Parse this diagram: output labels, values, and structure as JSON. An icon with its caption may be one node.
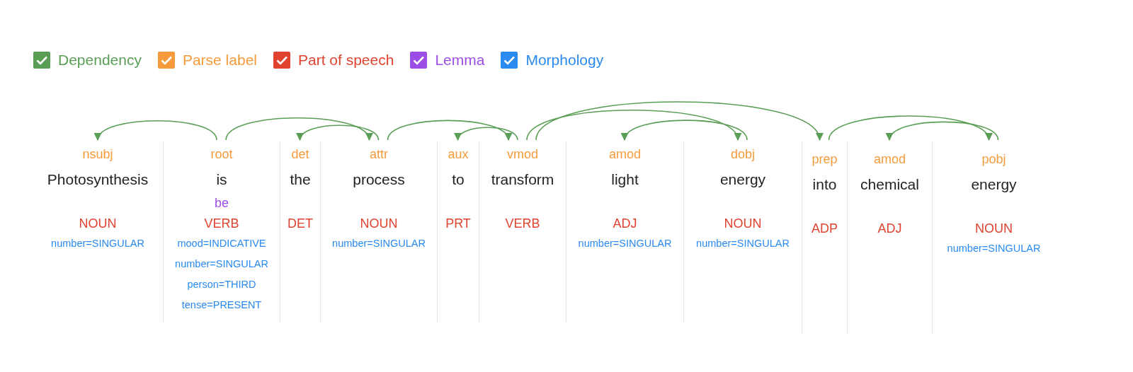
{
  "diagram": {
    "nodes": [
      {
        "text": [
          "nsubj",
          "Photosynthesis",
          "NOUN",
          "number=SINGULAR"
        ]
      },
      {
        "text": [
          "root",
          "is",
          "be",
          "VERB",
          "mood=INDICATIVE",
          "number=SINGULAR",
          "person=THIRD",
          "tense=PRESENT"
        ]
      },
      {
        "text": [
          "det",
          "the",
          "DET"
        ]
      },
      {
        "text": [
          "attr",
          "process",
          "NOUN",
          "number=SINGULAR"
        ]
      },
      {
        "text": [
          "aux",
          "to",
          "PRT"
        ]
      },
      {
        "text": [
          "vmod",
          "transform",
          "VERB"
        ]
      },
      {
        "text": [
          "amod",
          "light",
          "ADJ",
          "number=SINGULAR"
        ]
      },
      {
        "text": [
          "dobj",
          "energy",
          "NOUN",
          "number=SINGULAR"
        ]
      },
      {
        "text": [
          "prep",
          "into",
          "ADP"
        ]
      },
      {
        "text": [
          "amod",
          "chemical",
          "ADJ"
        ]
      },
      {
        "text": [
          "pobj",
          "energy",
          "NOUN",
          "number=SINGULAR"
        ]
      }
    ],
    "edges": [
      {
        "from": 1,
        "to": 0,
        "arrow": "to"
      },
      {
        "from": 1,
        "to": 3,
        "arrow": "to"
      },
      {
        "from": 3,
        "to": 2,
        "arrow": "to"
      },
      {
        "from": 3,
        "to": 5,
        "arrow": "to"
      },
      {
        "from": 5,
        "to": 4,
        "arrow": "to"
      },
      {
        "from": 5,
        "to": 7,
        "arrow": "to"
      },
      {
        "from": 7,
        "to": 6,
        "arrow": "to"
      },
      {
        "from": 5,
        "to": 8,
        "arrow": "to"
      },
      {
        "from": 8,
        "to": 10,
        "arrow": "to"
      },
      {
        "from": 10,
        "to": 9,
        "arrow": "to"
      }
    ],
    "legend": [
      {
        "text": "Dependency",
        "color": "#5a9e55"
      },
      {
        "text": "Parse label",
        "color": "#f59b3c"
      },
      {
        "text": "Part of speech",
        "color": "#e0432f"
      },
      {
        "text": "Lemma",
        "color": "#9b4de6"
      },
      {
        "text": "Morphology",
        "color": "#2a8af0"
      }
    ]
  }
}
